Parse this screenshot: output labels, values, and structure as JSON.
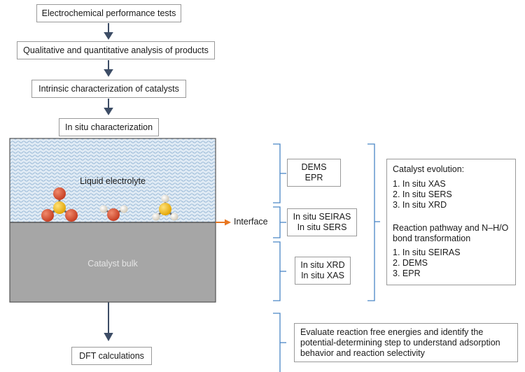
{
  "flow_steps": [
    "Electrochemical performance tests",
    "Qualitative and quantitative analysis of products",
    "Intrinsic characterization of catalysts",
    "In situ characterization"
  ],
  "cell": {
    "electrolyte_label": "Liquid electrolyte",
    "bulk_label": "Catalyst bulk",
    "interface_label": "Interface",
    "colors": {
      "electrolyte_bg": "#dfeaf4",
      "wave": "#7fa6cc",
      "bulk": "#a6a6a6",
      "arrow_orange": "#e87722",
      "bracket_blue": "#4a86c5",
      "flow_arrow": "#3d4d66",
      "atom_red": "#d5452a",
      "atom_yellow": "#f2b705",
      "atom_white": "#efe9dc"
    }
  },
  "techniques": {
    "electrolyte": [
      "DEMS",
      "EPR"
    ],
    "interface": [
      "In situ SEIRAS",
      "In situ SERS"
    ],
    "bulk": [
      "In situ XRD",
      "In situ XAS"
    ]
  },
  "summary": {
    "evolution_title": "Catalyst evolution:",
    "evolution_items": [
      "1.   In situ XAS",
      "2.  In situ SERS",
      "3.  In situ XRD"
    ],
    "pathway_title": "Reaction pathway and N–H/O bond transformation",
    "pathway_items": [
      "1. In situ SEIRAS",
      "2. DEMS",
      "3. EPR"
    ]
  },
  "dft": {
    "label": "DFT calculations",
    "description": "Evaluate reaction free energies and identify the potential-determining step to understand adsorption behavior and reaction selectivity"
  }
}
